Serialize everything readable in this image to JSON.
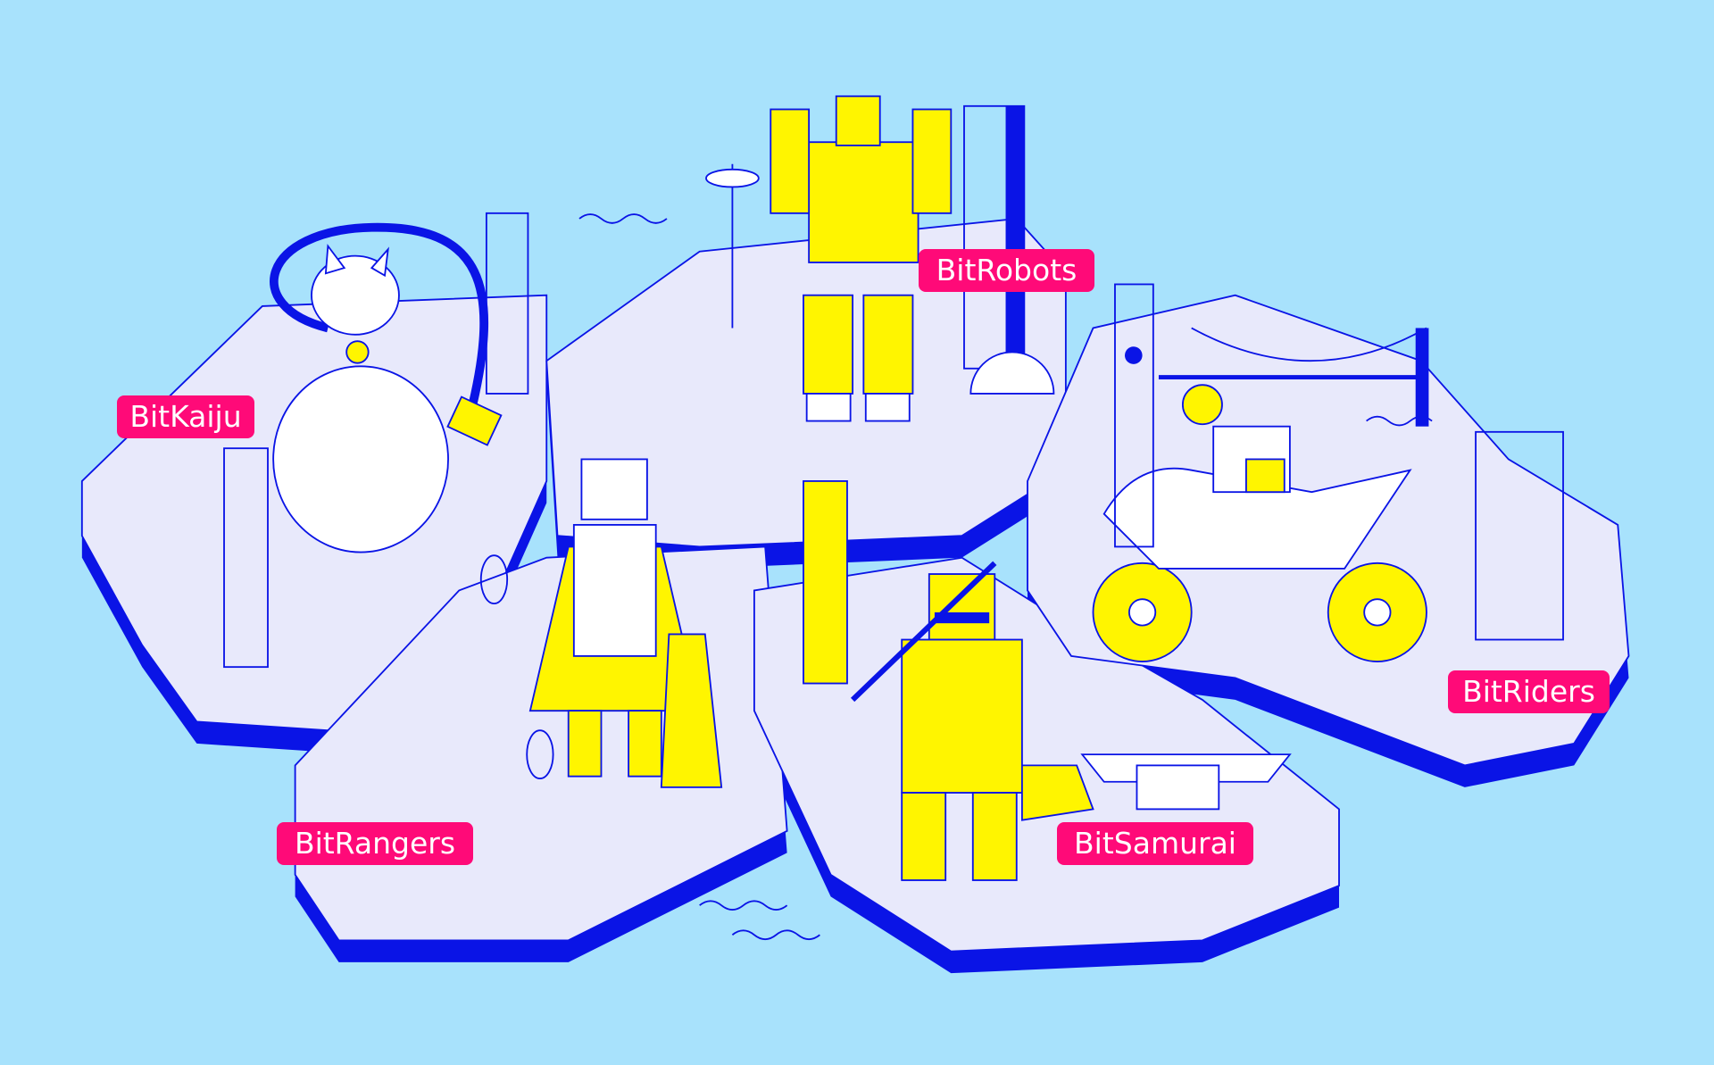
{
  "labels": {
    "kaiju": "BitKaiju",
    "robots": "BitRobots",
    "riders": "BitRiders",
    "rangers": "BitRangers",
    "samurai": "BitSamurai"
  },
  "colors": {
    "sky": "#a8e2fc",
    "land": "#e8e9fb",
    "ink": "#0a14e6",
    "accent": "#fff500",
    "label": "#ff0a78"
  }
}
